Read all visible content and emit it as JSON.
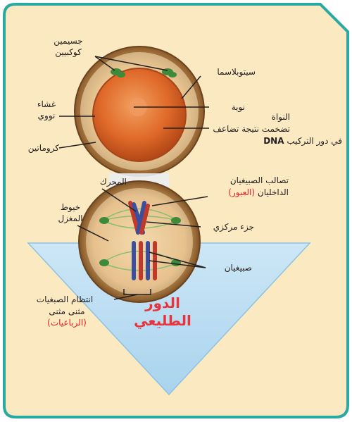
{
  "labels": {
    "centrioles": "جسيمين\nكوكبيين",
    "cytoplasm": "سيتوبلاسما",
    "nuclear_membrane": "غشاء\nنووي",
    "nucleolus": "نوية",
    "nucleus_title": "النواة",
    "nucleus_desc_1": "تضخمت نتيجة تضاعف",
    "nucleus_desc_2_dna": "DNA",
    "nucleus_desc_2_rest": "في دور التركيب",
    "chromatin": "كروماتين",
    "spindle_threads": "خيوط\nالمغزل",
    "spindle_center": "المحرك",
    "intersection_1": "تصالب الصبيغيان",
    "intersection_2": "الداخليان",
    "intersection_red": "(العبور)",
    "centromere": "جزء مركزي",
    "chromatids": "صبيغيان",
    "arrangement_1": "انتظام الصبغيات",
    "arrangement_2": "مثنى مثنى",
    "arrangement_red": "(الرباعيات)",
    "phase_title_1": "الدور",
    "phase_title_2": "الطليعي"
  },
  "colors": {
    "card_bg": "#fbe9c2",
    "border": "#2aa9a3",
    "arrow_fill": "#b9dcf0",
    "accent_red": "#e2202a"
  }
}
